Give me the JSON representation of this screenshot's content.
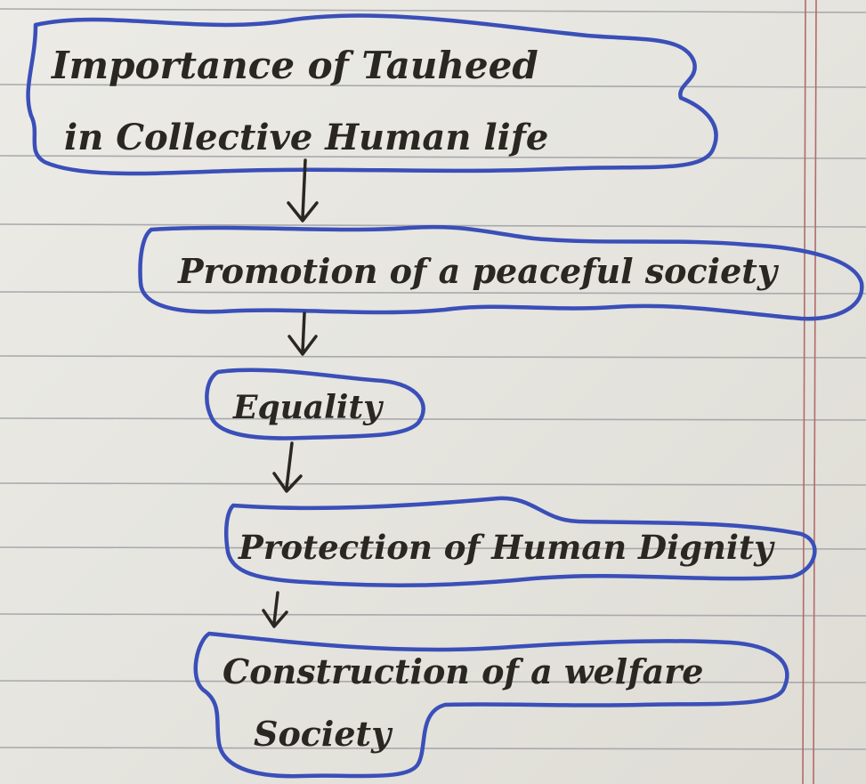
{
  "diagram": {
    "nodes": [
      {
        "id": "n1",
        "lines": [
          "Importance of Tauheed",
          "in Collective Human life"
        ]
      },
      {
        "id": "n2",
        "lines": [
          "Promotion of a peaceful society"
        ]
      },
      {
        "id": "n3",
        "lines": [
          "Equality"
        ]
      },
      {
        "id": "n4",
        "lines": [
          "Protection of Human Dignity"
        ]
      },
      {
        "id": "n5",
        "lines": [
          "Construction of a welfare",
          "Society"
        ]
      }
    ],
    "edges": [
      {
        "from": "n1",
        "to": "n2"
      },
      {
        "from": "n2",
        "to": "n3"
      },
      {
        "from": "n3",
        "to": "n4"
      },
      {
        "from": "n4",
        "to": "n5"
      }
    ]
  },
  "style": {
    "outline_color": "#3a4fb8",
    "ink_color": "#2a2622",
    "paper_color": "#e8e7e1",
    "rule_color": "#a9a9ad",
    "margin_color": "#b36a6a"
  }
}
